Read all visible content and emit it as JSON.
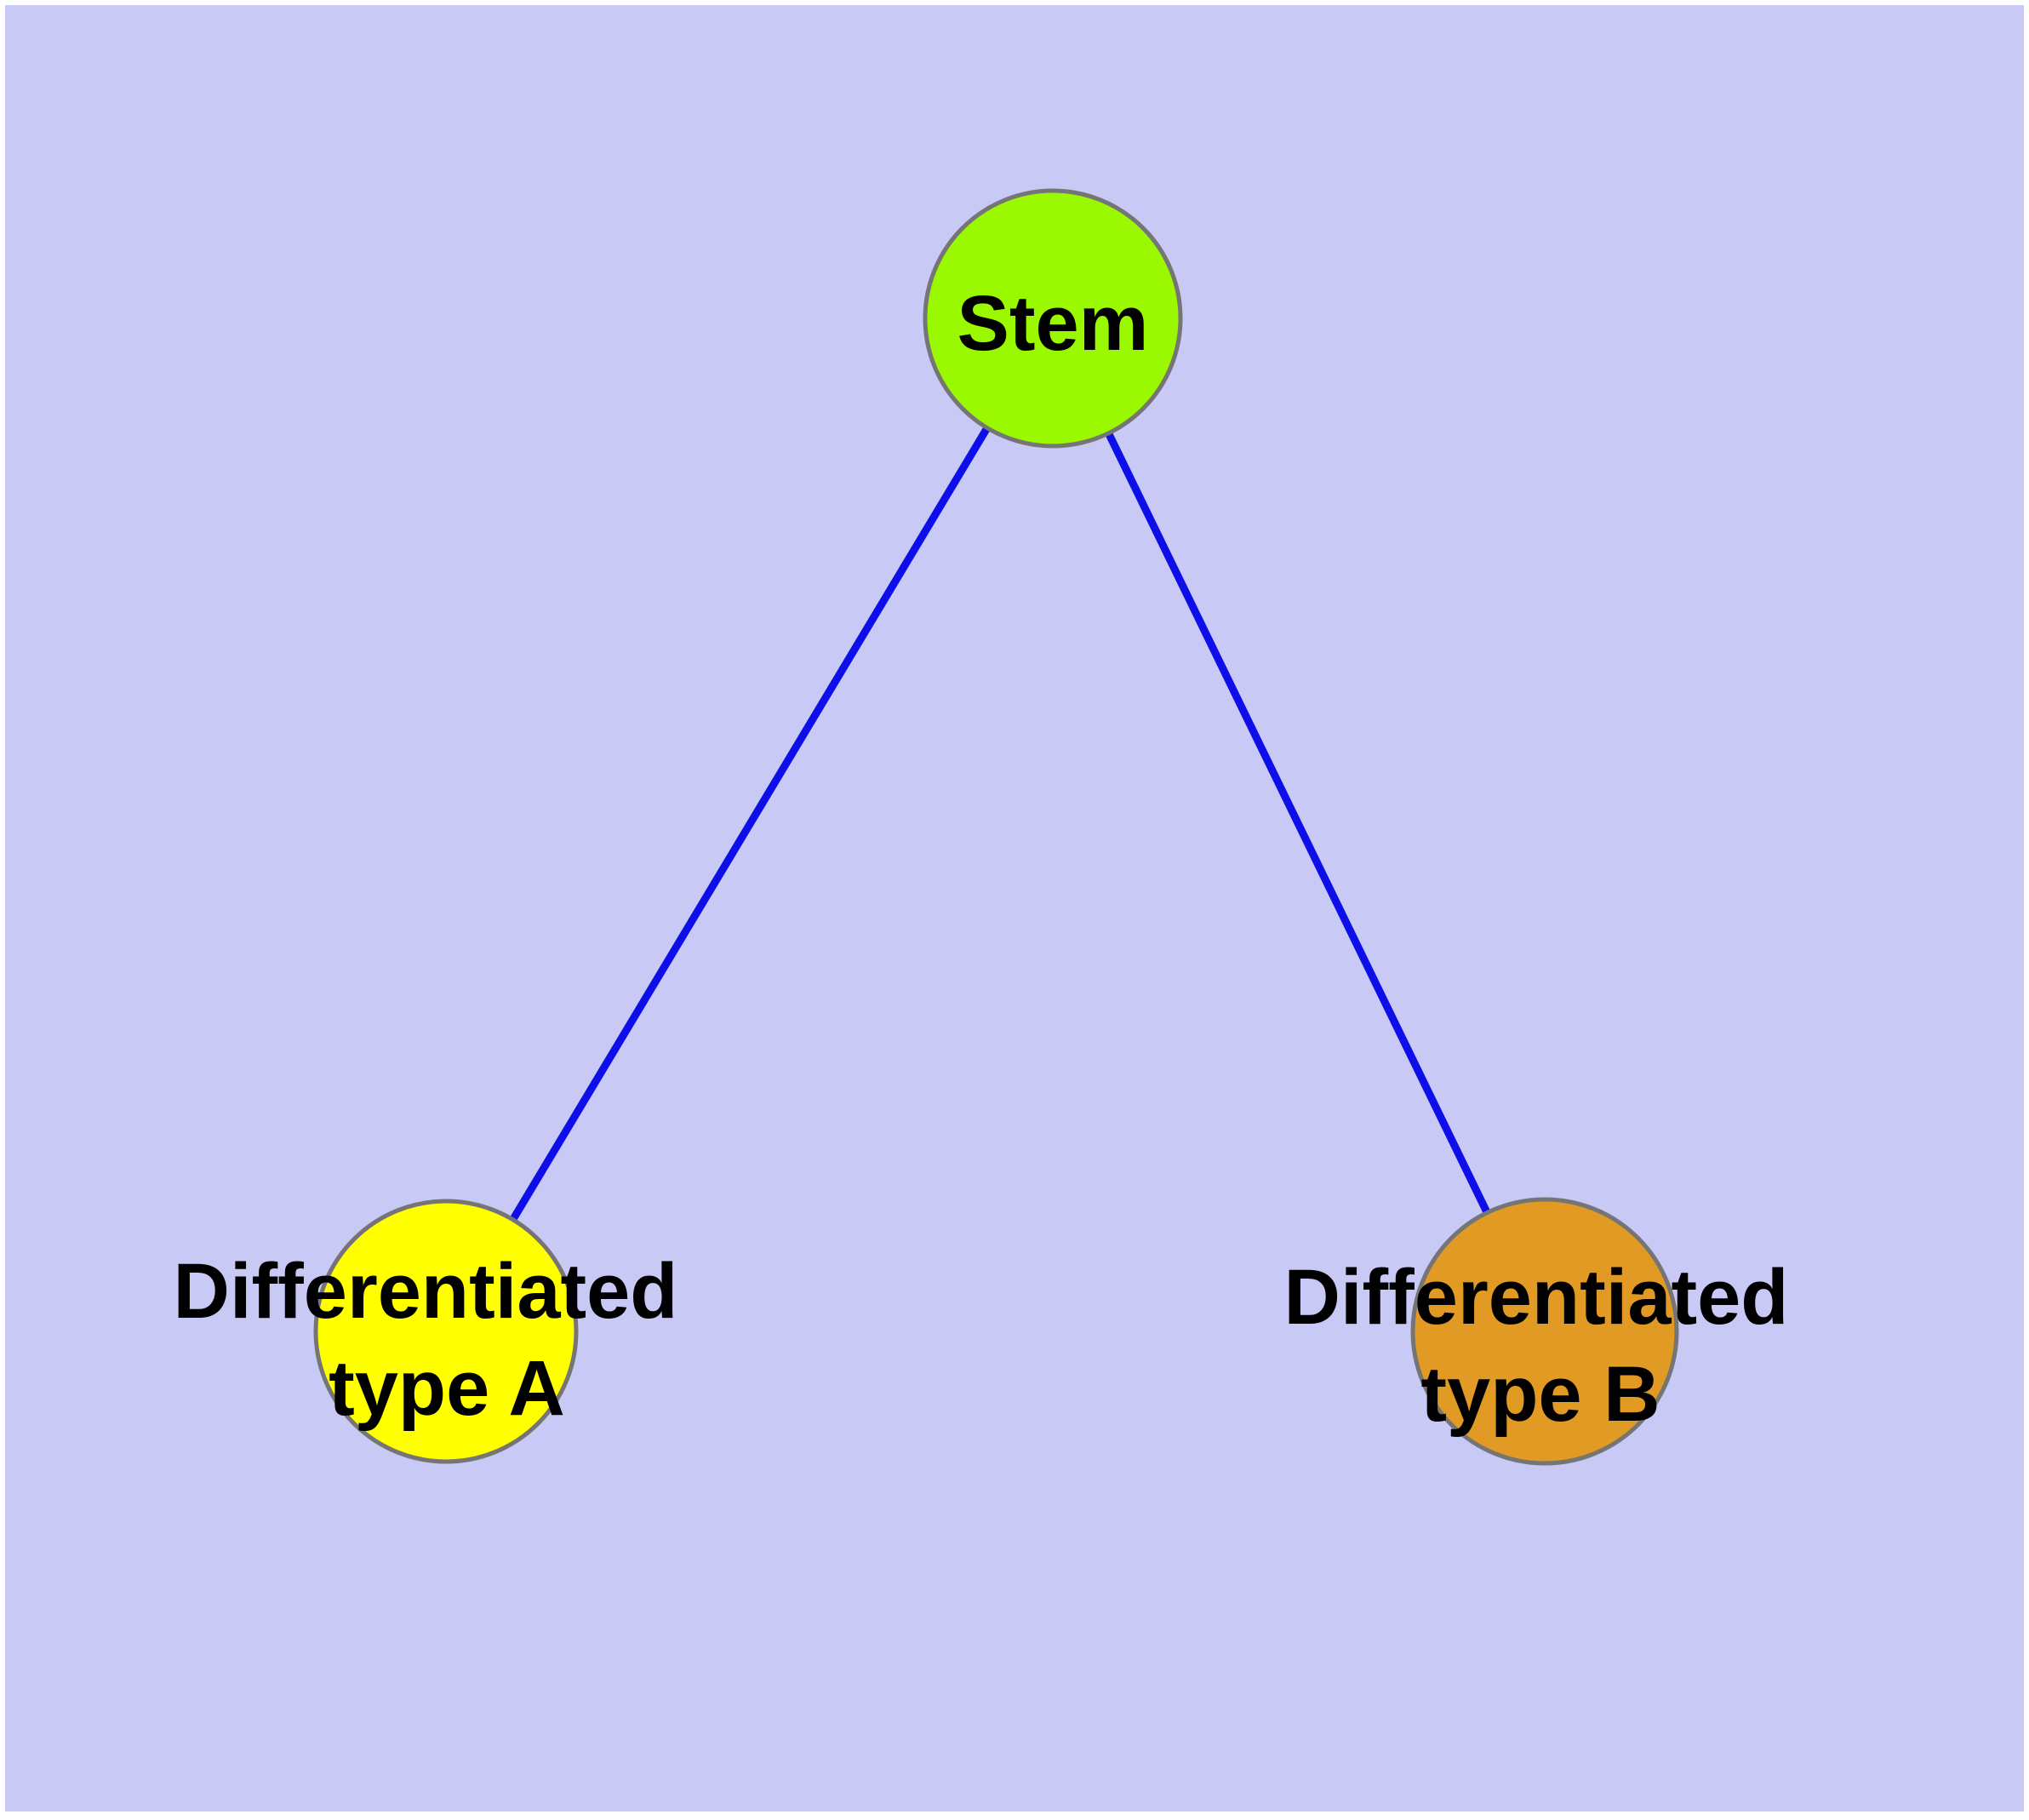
{
  "diagram": {
    "background_color": "#C9C9F6",
    "margin_color": "#FFFFFF",
    "edge_color": "#0E0EE8",
    "node_border_color": "#757575",
    "text_color": "#000000",
    "nodes": {
      "stem": {
        "label": "Stem",
        "fill": "#9AF800"
      },
      "typeA": {
        "label_line1": "Differentiated",
        "label_line2": "type A",
        "fill": "#FFFF00"
      },
      "typeB": {
        "label_line1": "Differentiated",
        "label_line2": "type B",
        "fill": "#E19A23"
      }
    },
    "edges": [
      {
        "from": "stem",
        "to": "typeA"
      },
      {
        "from": "stem",
        "to": "typeB"
      }
    ]
  }
}
